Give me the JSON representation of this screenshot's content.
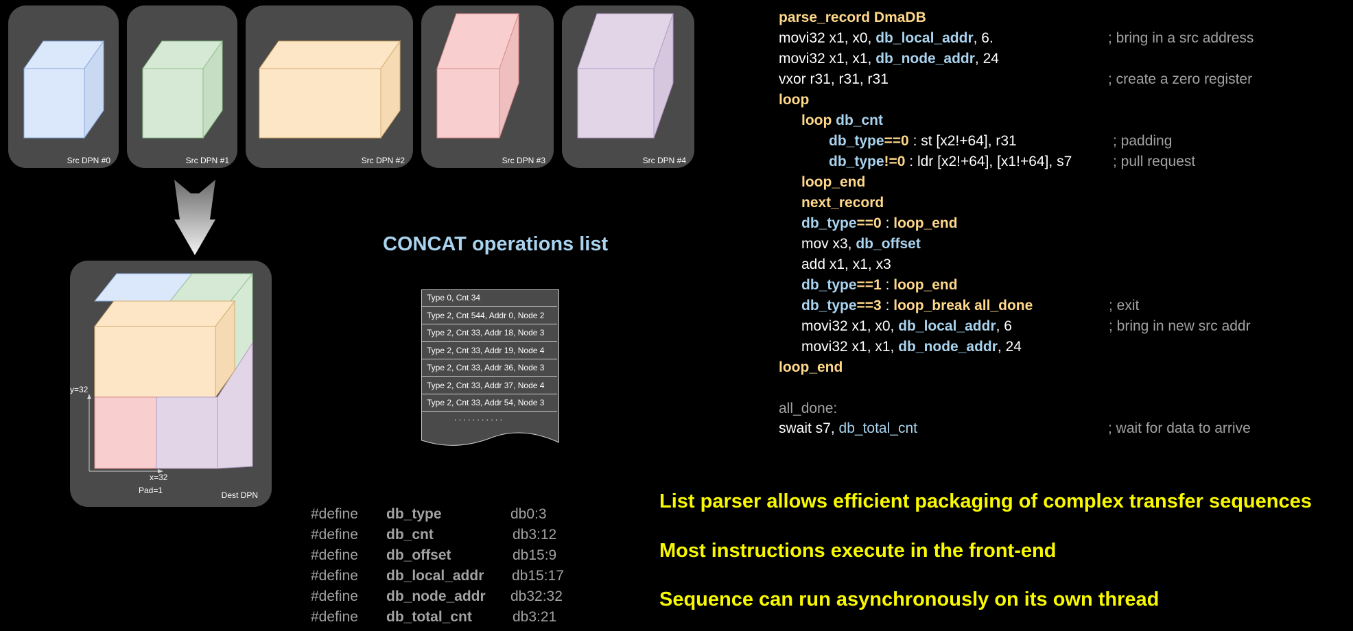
{
  "src_panels": [
    {
      "label": "Src DPN #0",
      "color": "#dbe8fc"
    },
    {
      "label": "Src DPN #1",
      "color": "#d5e9d4"
    },
    {
      "label": "Src DPN #2",
      "color": "#fde6c6"
    },
    {
      "label": "Src DPN #3",
      "color": "#f8cece"
    },
    {
      "label": "Src DPN #4",
      "color": "#e2d5e8"
    }
  ],
  "dest_panel": {
    "label": "Dest DPN",
    "y_label": "y=32",
    "x_label": "x=32",
    "pad_label": "Pad=1"
  },
  "concat": {
    "title": "CONCAT operations list",
    "rows": [
      "Type 0, Cnt 34",
      "Type 2, Cnt 544, Addr 0, Node 2",
      "Type 2, Cnt 33, Addr 18, Node 3",
      "Type 2, Cnt 33, Addr 19, Node 4",
      "Type 2, Cnt 33, Addr 36, Node 3",
      "Type 2, Cnt 33, Addr 37, Node 4",
      "Type 2, Cnt 33, Addr 54, Node 3"
    ],
    "ellipsis": ". . . . . . . . . . ."
  },
  "defines": [
    {
      "kw": "#define",
      "name": "db_type",
      "value": "db0:3"
    },
    {
      "kw": "#define",
      "name": "db_cnt",
      "value": "db3:12"
    },
    {
      "kw": "#define",
      "name": "db_offset",
      "value": "db15:9"
    },
    {
      "kw": "#define",
      "name": "db_local_addr",
      "value": "db15:17"
    },
    {
      "kw": "#define",
      "name": "db_node_addr",
      "value": "db32:32"
    },
    {
      "kw": "#define",
      "name": "db_total_cnt",
      "value": "db3:21"
    }
  ],
  "code": {
    "l1": {
      "a": "parse_record DmaDB"
    },
    "l2": {
      "a": "movi32 x1, x0, ",
      "b": "db_local_addr",
      "c": ", 6.",
      "comment": "; bring in a src address"
    },
    "l3": {
      "a": "movi32 x1, x1, ",
      "b": "db_node_addr",
      "c": ", 24"
    },
    "l4": {
      "a": "vxor r31, r31, r31",
      "comment": "; create a zero register"
    },
    "l5": {
      "a": "loop"
    },
    "l6": {
      "a": "loop ",
      "b": "db_cnt"
    },
    "l7": {
      "a": "db_type",
      "b": "==0",
      "c": " : st [x2!+64], r31",
      "comment": "; padding"
    },
    "l8": {
      "a": "db_type",
      "b": "!=0",
      "c": "  : ldr [x2!+64], [x1!+64], s7",
      "comment": "; pull request"
    },
    "l9": {
      "a": "loop_end"
    },
    "l10": {
      "a": "next_record"
    },
    "l11": {
      "a": "db_type",
      "b": "==0",
      "c": " : ",
      "d": "loop_end"
    },
    "l12": {
      "a": "mov x3, ",
      "b": "db_offset"
    },
    "l13": {
      "a": "add x1, x1, x3"
    },
    "l14": {
      "a": "db_type",
      "b": "==1",
      "c": " : ",
      "d": "loop_end"
    },
    "l15": {
      "a": "db_type",
      "b": "==3",
      "c": " : ",
      "d": "loop_break all_done",
      "comment": "; exit"
    },
    "l16": {
      "a": "movi32 x1, x0, ",
      "b": "db_local_addr",
      "c": ", 6",
      "comment": "; bring in new src addr"
    },
    "l17": {
      "a": "movi32 x1, x1, ",
      "b": "db_node_addr",
      "c": ", 24"
    },
    "l18": {
      "a": "loop_end"
    },
    "l19": {
      "a": "all_done:"
    },
    "l20": {
      "a": "swait s7, ",
      "b": "db_total_cnt",
      "comment": "; wait for data to arrive"
    }
  },
  "bullets": [
    "List parser allows efficient packaging of complex transfer sequences",
    "Most instructions execute in the front-end",
    "Sequence can run asynchronously on its own thread"
  ]
}
